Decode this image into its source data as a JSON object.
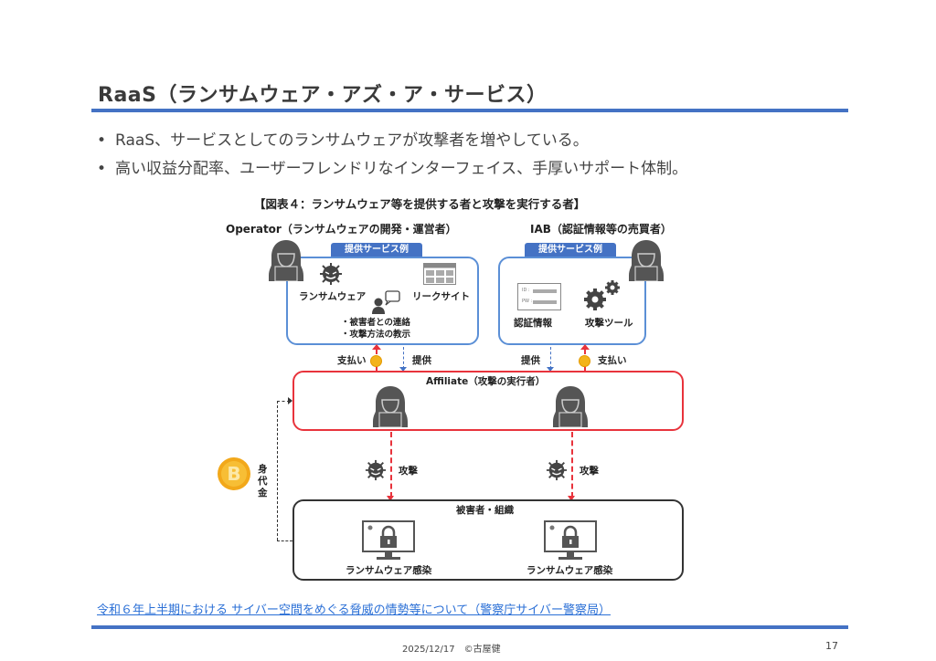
{
  "slide": {
    "title": "RaaS（ランサムウェア・アズ・ア・サービス）",
    "bullets": [
      "RaaS、サービスとしてのランサムウェアが攻撃者を増やしている。",
      "高い収益分配率、ユーザーフレンドリなインターフェイス、手厚いサポート体制。"
    ],
    "bullet_marker": "•",
    "figure": {
      "title": "【図表４：ランサムウェア等を提供する者と攻撃を実行する者】",
      "operator": {
        "title": "Operator（ランサムウェアの開発・運営者）",
        "tag": "提供サービス例",
        "items": {
          "ransomware": "ランサムウェア",
          "leak_site": "リークサイト",
          "support_1": "・被害者との連絡",
          "support_2": "・攻撃方法の教示"
        }
      },
      "iab": {
        "title": "IAB（認証情報等の売買者）",
        "tag": "提供サービス例",
        "items": {
          "credentials": "認証情報",
          "attack_tools": "攻撃ツール",
          "id_label": "ID :",
          "pw_label": "PW :"
        }
      },
      "flows": {
        "payment": "支払い",
        "provide": "提供",
        "attack": "攻撃",
        "ransom": "身代金"
      },
      "affiliate": {
        "title": "Affiliate（攻撃の実行者）"
      },
      "victim": {
        "title": "被害者・組織",
        "infection_label": "ランサムウェア感染"
      },
      "colors": {
        "blue": "#4472c4",
        "red": "#e8333c",
        "dark": "#333333",
        "coin": "#f3b31b"
      }
    },
    "source_link": "令和６年上半期における サイバー空間をめぐる脅威の情勢等について（警察庁サイバー警察局）",
    "footer": "2025/12/17　©古屋健",
    "page_number": "17"
  }
}
